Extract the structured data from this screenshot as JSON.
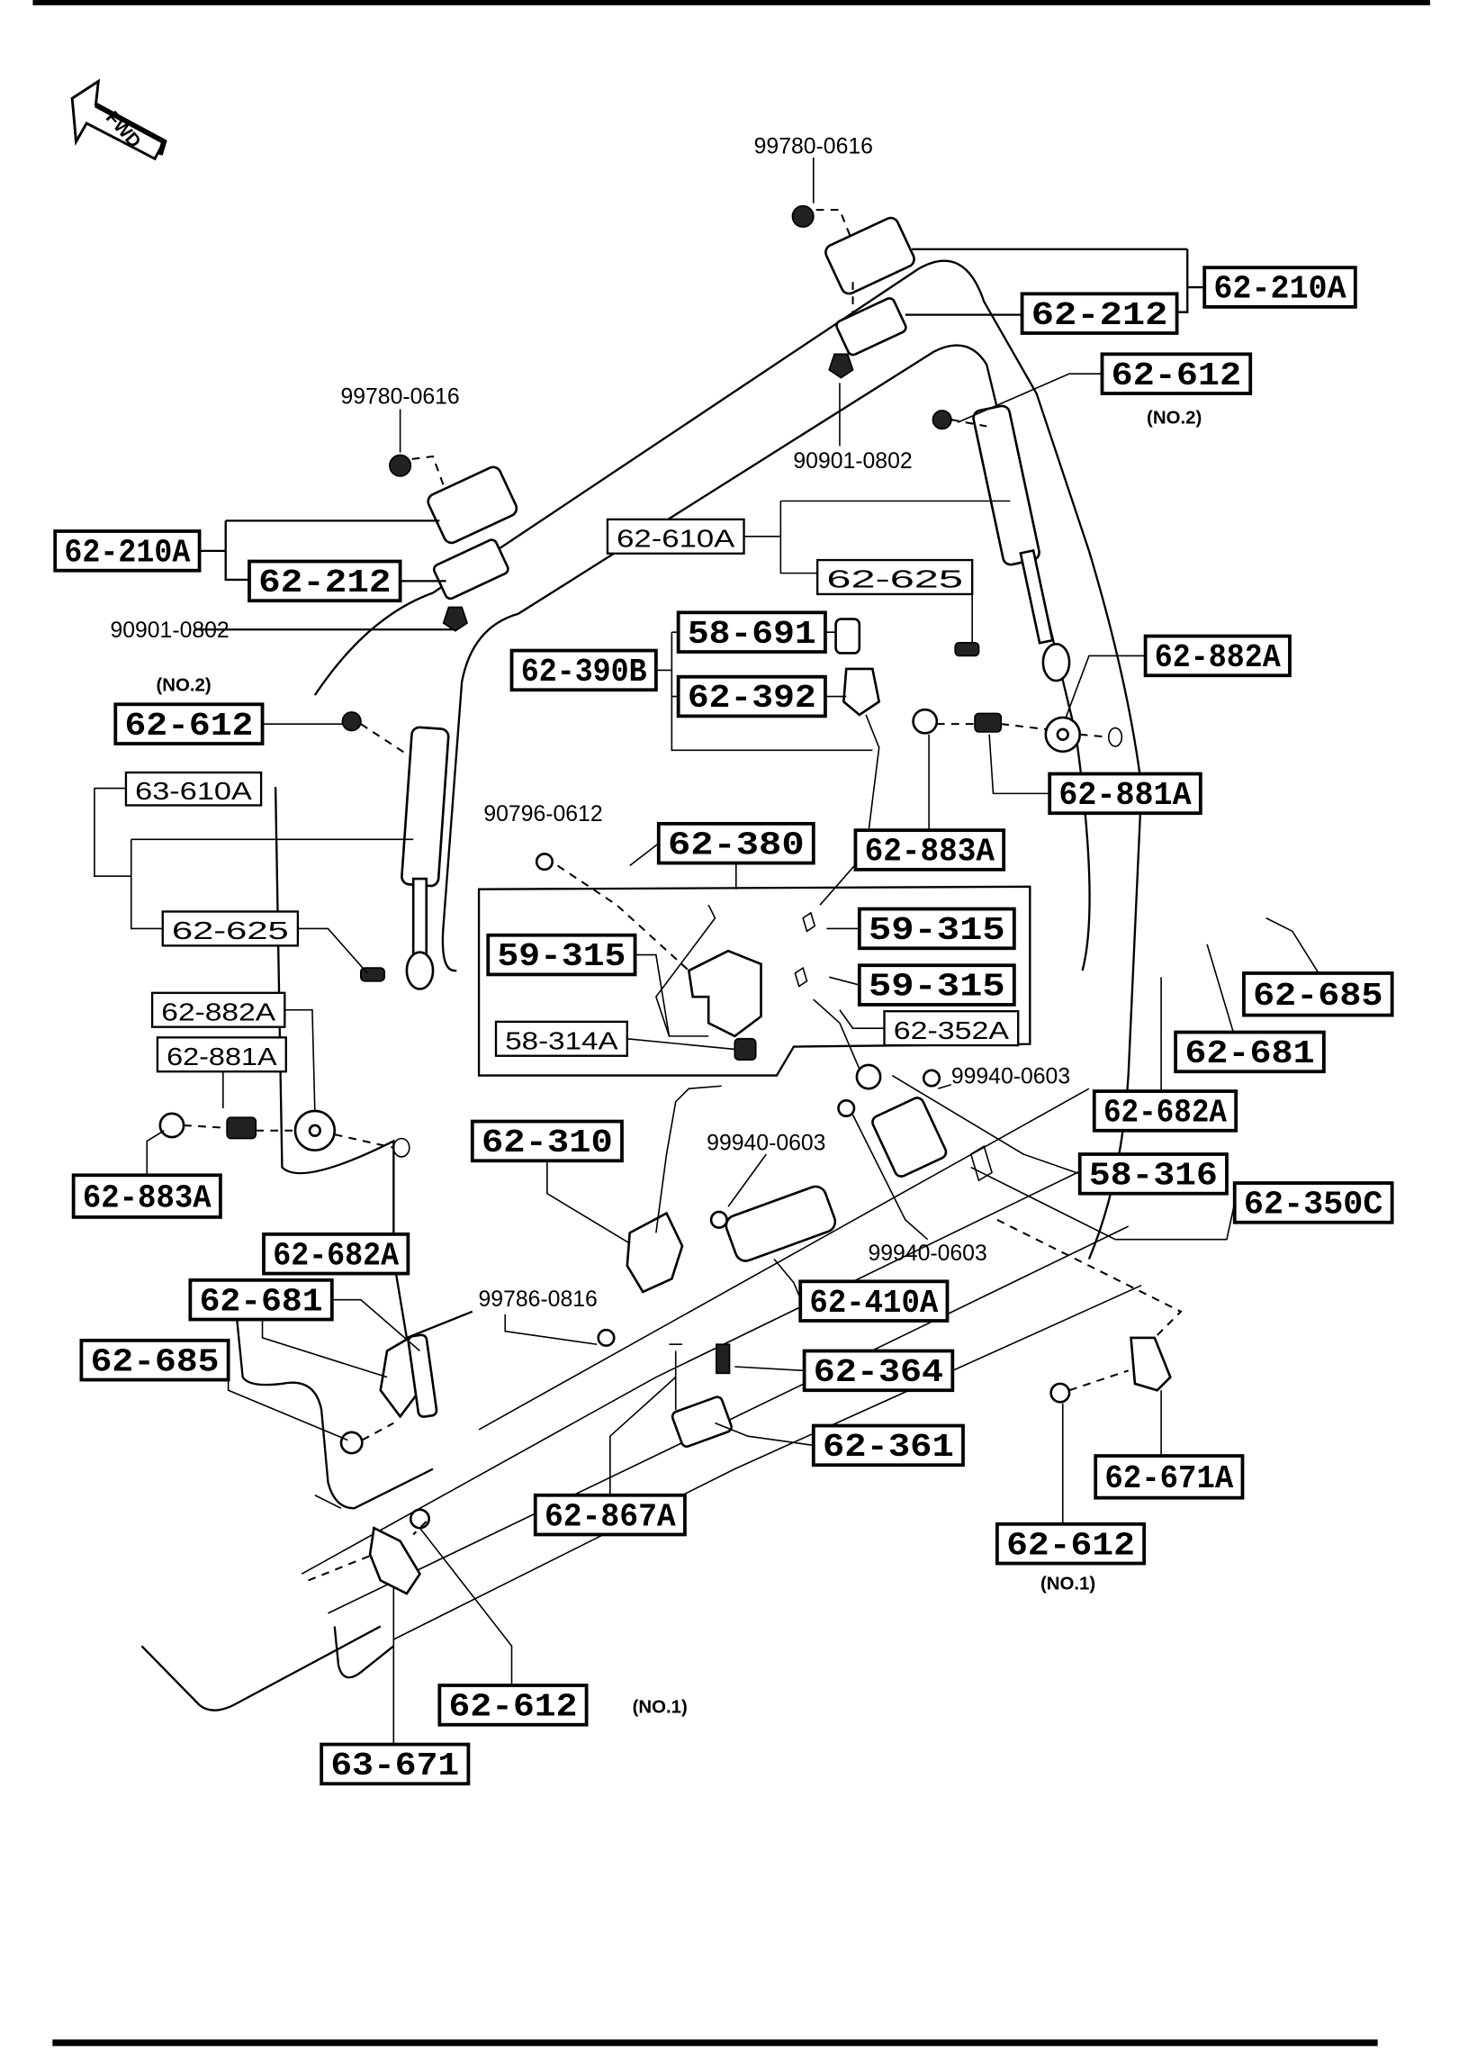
{
  "fwd_label": "FWD",
  "part_labels": [
    "62-210A",
    "62-212",
    "62-612",
    "62-210A",
    "62-212",
    "62-610A",
    "62-625",
    "58-691",
    "62-390B",
    "62-392",
    "62-882A",
    "62-612",
    "63-610A",
    "62-881A",
    "62-883A",
    "62-380",
    "62-625",
    "59-315",
    "59-315",
    "59-315",
    "62-352A",
    "58-314A",
    "62-882A",
    "62-881A",
    "62-685",
    "62-681",
    "62-682A",
    "62-310",
    "58-316",
    "62-350C",
    "62-883A",
    "62-682A",
    "62-681",
    "62-410A",
    "62-685",
    "62-364",
    "62-361",
    "62-671A",
    "62-867A",
    "62-612",
    "62-612",
    "63-671"
  ],
  "notes": [
    "(NO.2)",
    "(NO.2)",
    "(NO.1)",
    "(NO.1)"
  ],
  "callouts": [
    "99780-0616",
    "99780-0616",
    "90901-0802",
    "90901-0802",
    "90796-0612",
    "99940-0603",
    "99940-0603",
    "99940-0603",
    "99786-0816"
  ]
}
